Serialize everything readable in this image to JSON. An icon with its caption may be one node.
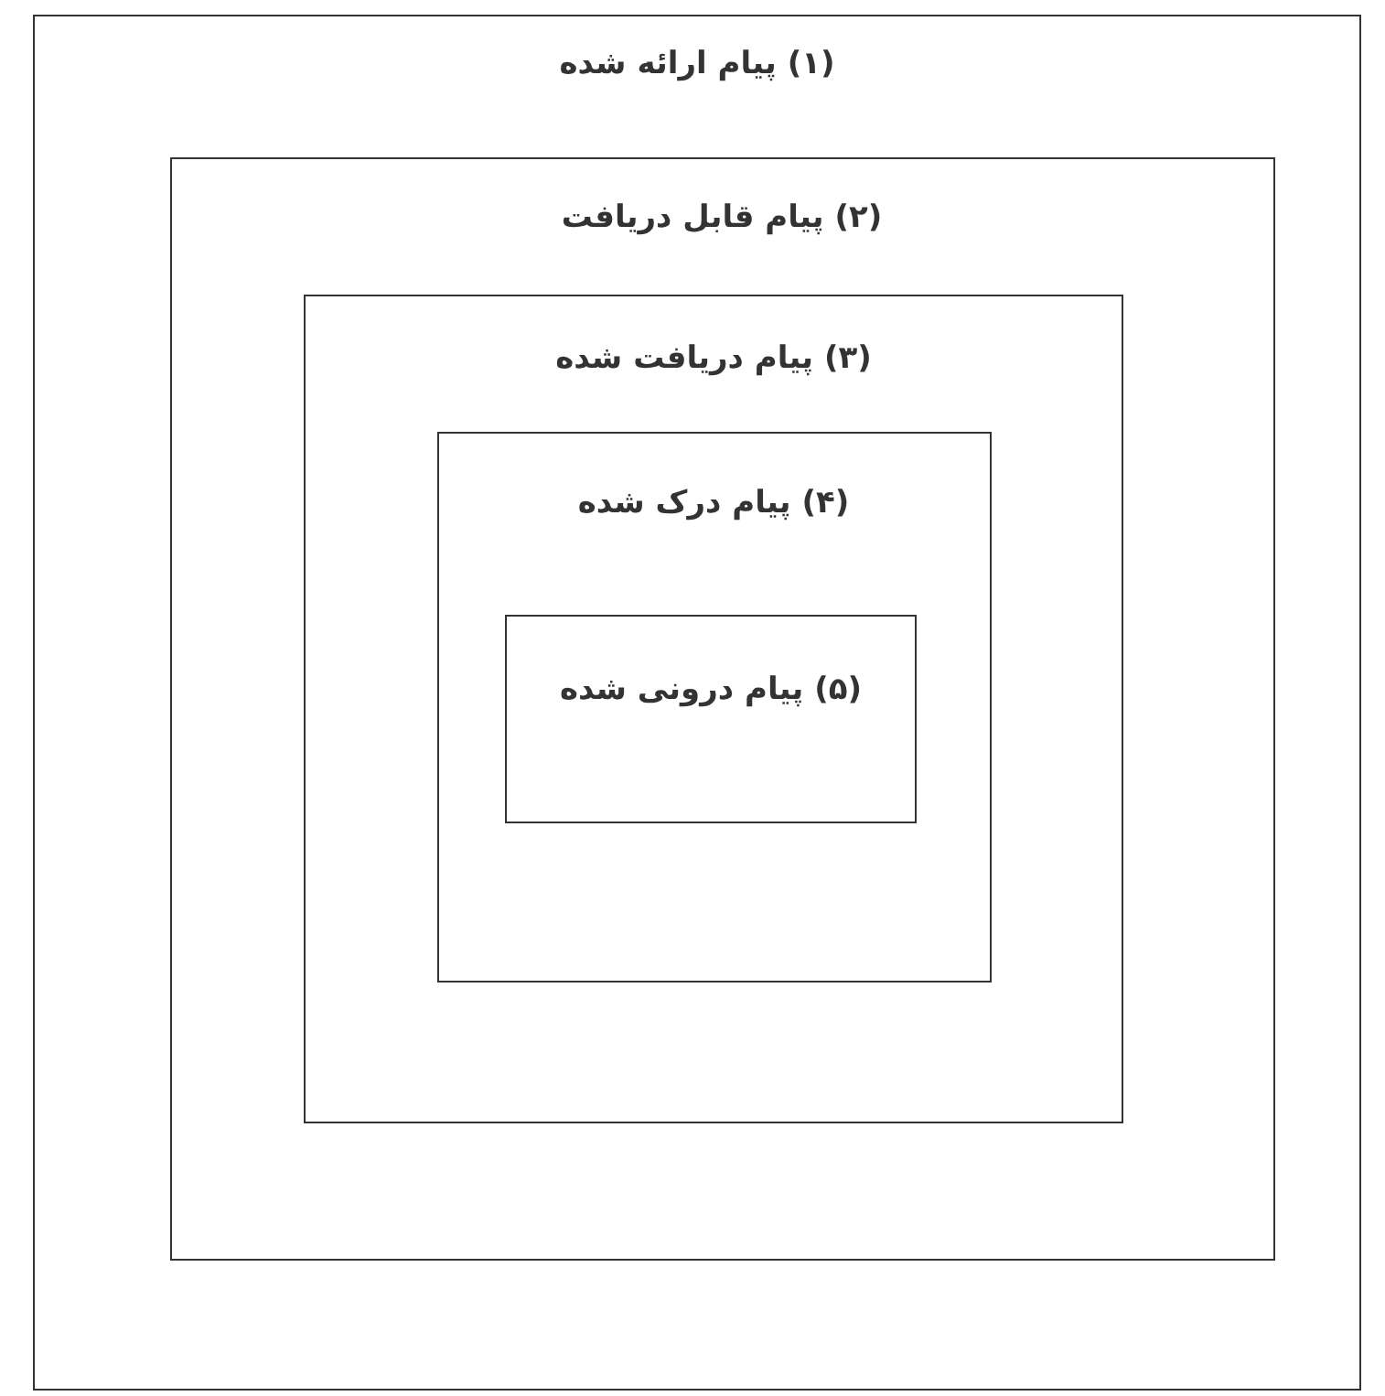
{
  "diagram": {
    "nodes": [
      {
        "text": [
          "(۱) پیام ارائه شده"
        ]
      },
      {
        "text": [
          "(۲) پیام قابل دریافت"
        ],
        "in": 0
      },
      {
        "text": [
          "(۳) پیام دریافت شده"
        ],
        "in": 1
      },
      {
        "text": [
          "(۴) پیام درک شده"
        ],
        "in": 2
      },
      {
        "text": [
          "(۵) پیام درونی شده"
        ],
        "in": 3
      }
    ]
  }
}
